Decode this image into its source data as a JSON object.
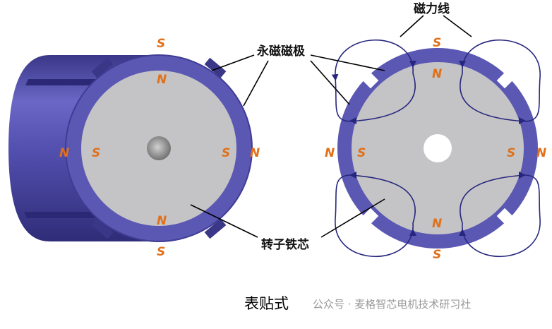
{
  "labels": {
    "flux_lines": "磁力线",
    "permanent_magnets": "永磁磁极",
    "rotor_core": "转子铁芯"
  },
  "poles": {
    "S": "S",
    "N": "N"
  },
  "caption": "表贴式",
  "watermark": "公众号 · 麦格智芯电机技术研习社",
  "colors": {
    "magnet": "#5b58b4",
    "magnet_dark": "#3f3c94",
    "core": "#c4c4c6",
    "flux_line": "#26267e",
    "pole_text": "#e0701a"
  }
}
